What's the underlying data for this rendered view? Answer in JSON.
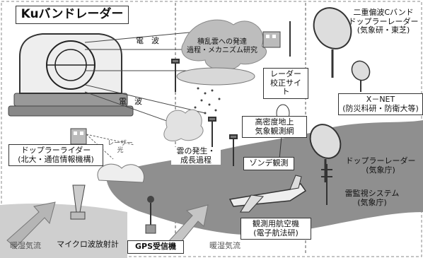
{
  "labels": {
    "ku_radar": "Kuバンドレーダー",
    "radio_wave_upper": "電　波",
    "radio_wave_lower": "電　波",
    "cumulonimbus_study": "積乱雲への発達\n過程・メカニズム研究",
    "radar_calibration": "レーダー\n校正サイト",
    "dual_pol_radar": "二重偏波Cバンド\nドップラーレーダー\n(気象研・東芝)",
    "xnet": "X－NET\n(防災科研・防衛大等)",
    "doppler_lidar": "ドップラーライダー\n(北大・通信情報機構)",
    "laser": "レーザー光",
    "cloud_formation": "雲の発生・\n成長過程",
    "high_density_obs": "高密度地上\n気象観測網",
    "sonde": "ゾンデ観測",
    "jma_doppler": "ドップラーレーダー\n(気象庁)",
    "lightning": "雷監視システム\n(気象庁)",
    "aircraft": "観測用航空機\n(電子航法研)",
    "warm_humid_left": "暖湿気流",
    "warm_humid_right": "暖湿気流",
    "microwave_radiometer": "マイクロ波放射計",
    "gps_receiver": "GPS受信機"
  }
}
